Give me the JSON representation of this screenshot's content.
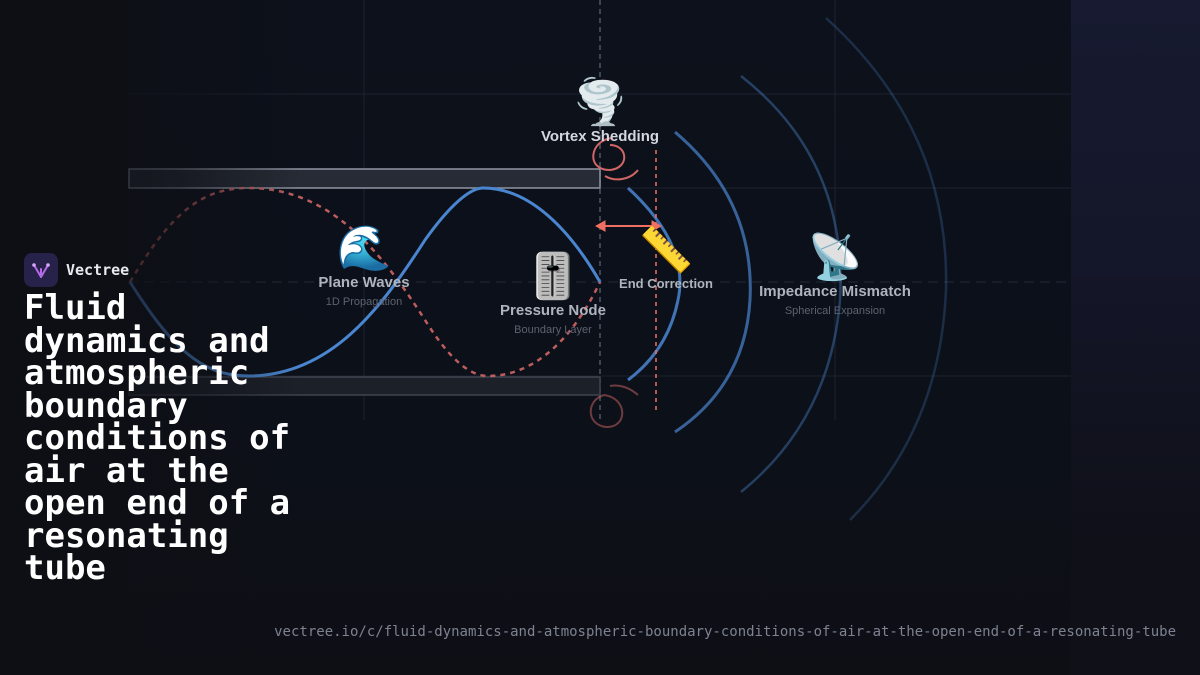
{
  "brand": {
    "name": "Vectree",
    "logo_icon": "vectree-logo-icon"
  },
  "title": "Fluid dynamics and atmospheric boundary conditions of air at the open end of a resonating tube",
  "url": "vectree.io/c/fluid-dynamics-and-atmospheric-boundary-conditions-of-air-at-the-open-end-of-a-resonating-tube",
  "nodes": {
    "vortex": {
      "emoji": "🌪️",
      "label": "Vortex Shedding",
      "sublabel": ""
    },
    "plane_waves": {
      "emoji": "🌊",
      "label": "Plane Waves",
      "sublabel": "1D Propagation"
    },
    "pressure": {
      "emoji": "🎚️",
      "label": "Pressure Node",
      "sublabel": "Boundary Layer"
    },
    "end_correction": {
      "emoji": "📏",
      "label": "End Correction",
      "sublabel": ""
    },
    "impedance": {
      "emoji": "📡",
      "label": "Impedance Mismatch",
      "sublabel": "Spherical Expansion"
    }
  },
  "colors": {
    "wave_solid": "#4a86d0",
    "wave_dashed": "#d06666",
    "accent_red": "#ef6f62",
    "tube_stroke": "#8f96a3",
    "brand_logo": "#27224a"
  }
}
